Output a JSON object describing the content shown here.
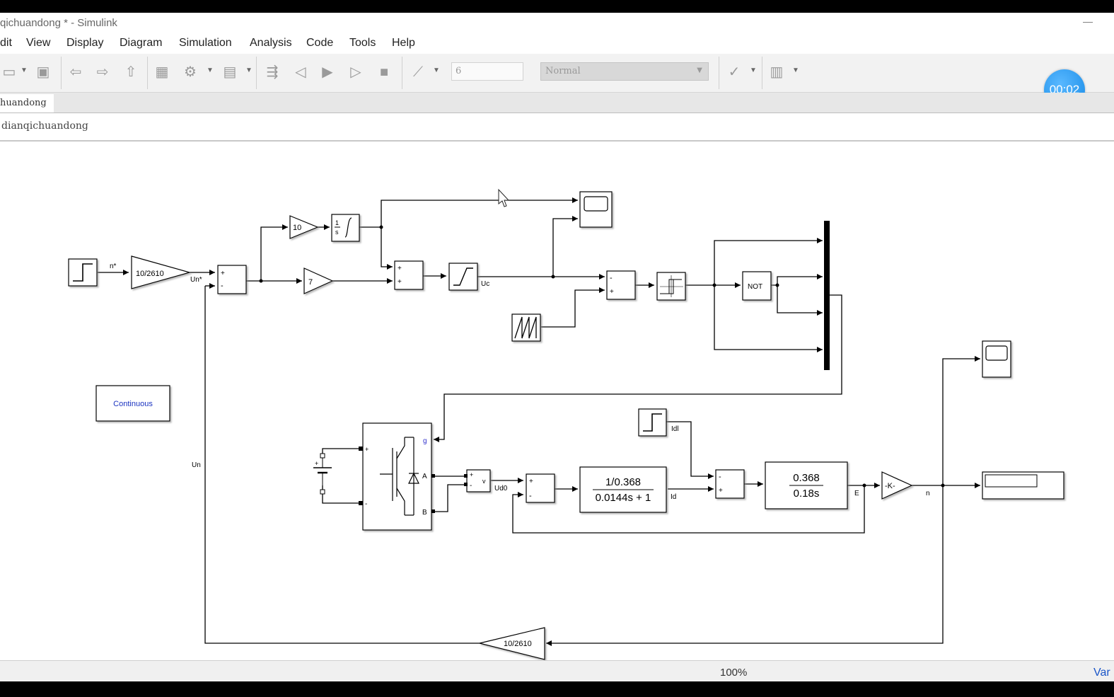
{
  "window": {
    "title": "qichuandong * - Simulink"
  },
  "menu": [
    "dit",
    "View",
    "Display",
    "Diagram",
    "Simulation",
    "Analysis",
    "Code",
    "Tools",
    "Help"
  ],
  "toolbar": {
    "stop_time": "6",
    "sim_mode": "Normal"
  },
  "timer": "00:02",
  "tab": {
    "label": "huandong"
  },
  "breadcrumb": "dianqichuandong",
  "diagram": {
    "speed_gain_label": "10/2610",
    "feedback_gain_label": "10/2610",
    "gain_10": "10",
    "gain_7": "7",
    "integrator_num": "1",
    "integrator_den": "s",
    "not_label": "NOT",
    "k_gain_label": "-K-",
    "powergui_label": "Continuous",
    "tf1_num": "1/0.368",
    "tf1_den": "0.0144s + 1",
    "tf2_num": "0.368",
    "tf2_den": "0.18s",
    "signals": {
      "n_ref": "n*",
      "un_ref": "Un*",
      "uc": "Uc",
      "un": "Un",
      "ud0": "Ud0",
      "id": "Id",
      "idl": "Idl",
      "e": "E",
      "n": "n"
    },
    "port_labels": {
      "g": "g",
      "a": "A",
      "b": "B",
      "v": "v",
      "plus": "+",
      "minus": "-"
    }
  },
  "status": {
    "zoom": "100%",
    "solver": "Var"
  }
}
